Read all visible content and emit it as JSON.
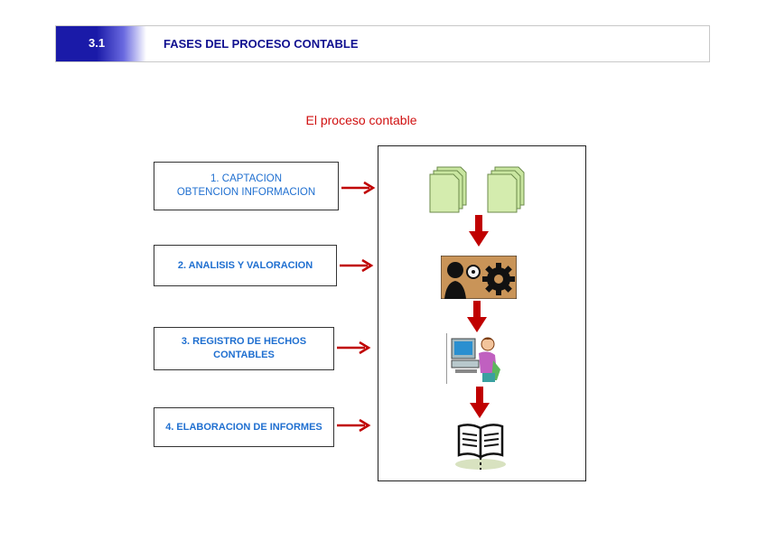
{
  "header": {
    "number": "3.1",
    "title": "FASES DEL PROCESO CONTABLE"
  },
  "subtitle": "El proceso contable",
  "steps": [
    {
      "label": "1.  CAPTACION\nOBTENCION INFORMACION"
    },
    {
      "label": "2. ANALISIS Y VALORACION"
    },
    {
      "label": "3. REGISTRO DE HECHOS\nCONTABLES"
    },
    {
      "label": "4. ELABORACION DE INFORMES"
    }
  ],
  "icons": [
    "documents-icon",
    "gears-icon",
    "computer-user-icon",
    "open-book-icon"
  ],
  "colors": {
    "header_blue": "#1a1aa8",
    "title_blue": "#101090",
    "step_text": "#1f6fd0",
    "arrow_red": "#c00000",
    "subtitle_red": "#d01010"
  }
}
